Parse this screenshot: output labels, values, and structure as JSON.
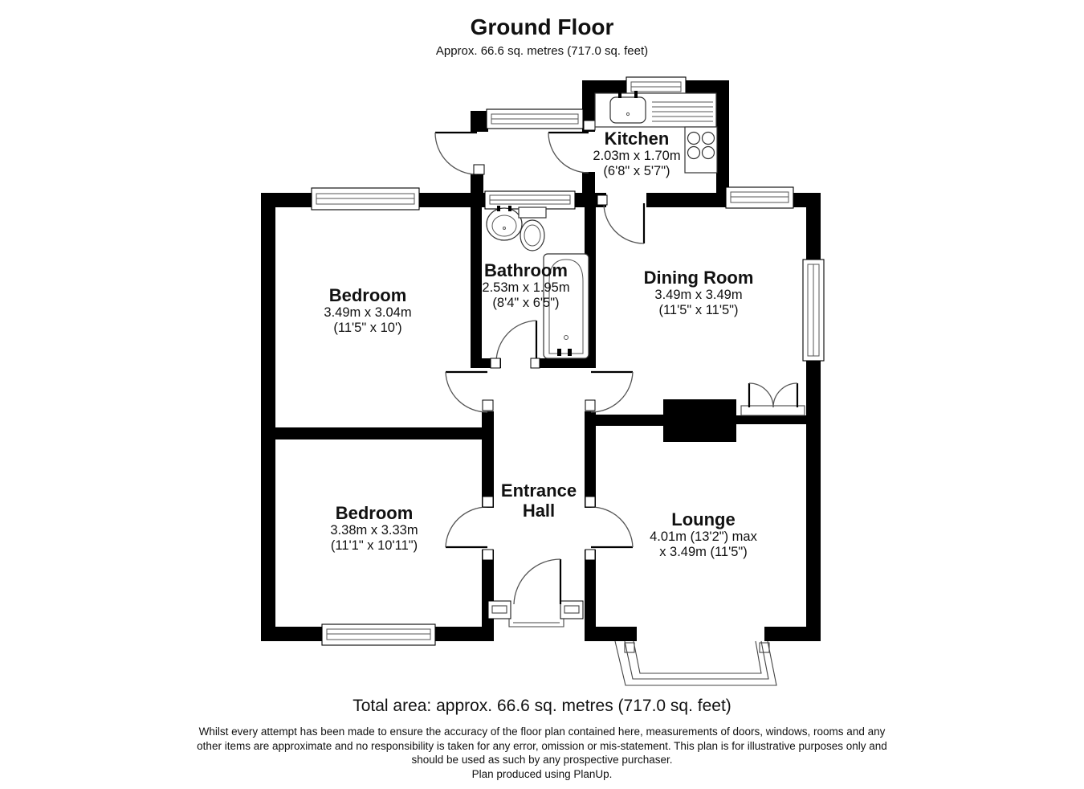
{
  "header": {
    "title": "Ground Floor",
    "subtitle": "Approx. 66.6 sq. metres (717.0 sq. feet)"
  },
  "rooms": [
    {
      "id": "kitchen",
      "name": "Kitchen",
      "dims": [
        "2.03m x 1.70m",
        "(6'8\" x 5'7\")"
      ]
    },
    {
      "id": "bathroom",
      "name": "Bathroom",
      "dims": [
        "2.53m x 1.95m",
        "(8'4\" x 6'5\")"
      ]
    },
    {
      "id": "bedroom-rear",
      "name": "Bedroom",
      "dims": [
        "3.49m x 3.04m",
        "(11'5\" x 10')"
      ]
    },
    {
      "id": "dining-room",
      "name": "Dining Room",
      "dims": [
        "3.49m x 3.49m",
        "(11'5\" x 11'5\")"
      ]
    },
    {
      "id": "bedroom-front",
      "name": "Bedroom",
      "dims": [
        "3.38m x 3.33m",
        "(11'1\" x 10'11\")"
      ]
    },
    {
      "id": "entrance-hall",
      "name": "Entrance Hall",
      "dims": []
    },
    {
      "id": "lounge",
      "name": "Lounge",
      "dims": [
        "4.01m (13'2\") max",
        "x 3.49m (11'5\")"
      ]
    }
  ],
  "fixtures": [
    "kitchen-sink",
    "hob",
    "wash-basin",
    "toilet",
    "bathtub",
    "chimney-breast",
    "bay-window"
  ],
  "footer": {
    "total_area": "Total area: approx. 66.6 sq. metres (717.0 sq. feet)",
    "disclaimer": "Whilst every attempt has been made to ensure the accuracy of the floor plan contained here, measurements of doors, windows, rooms and any other items are approximate and no responsibility is taken for any error, omission or mis-statement. This plan is for illustrative purposes only and should be used as such by any prospective purchaser.",
    "credit": "Plan produced using PlanUp."
  },
  "colors": {
    "walls": "#000000",
    "background": "#ffffff",
    "linework": "#444444"
  }
}
